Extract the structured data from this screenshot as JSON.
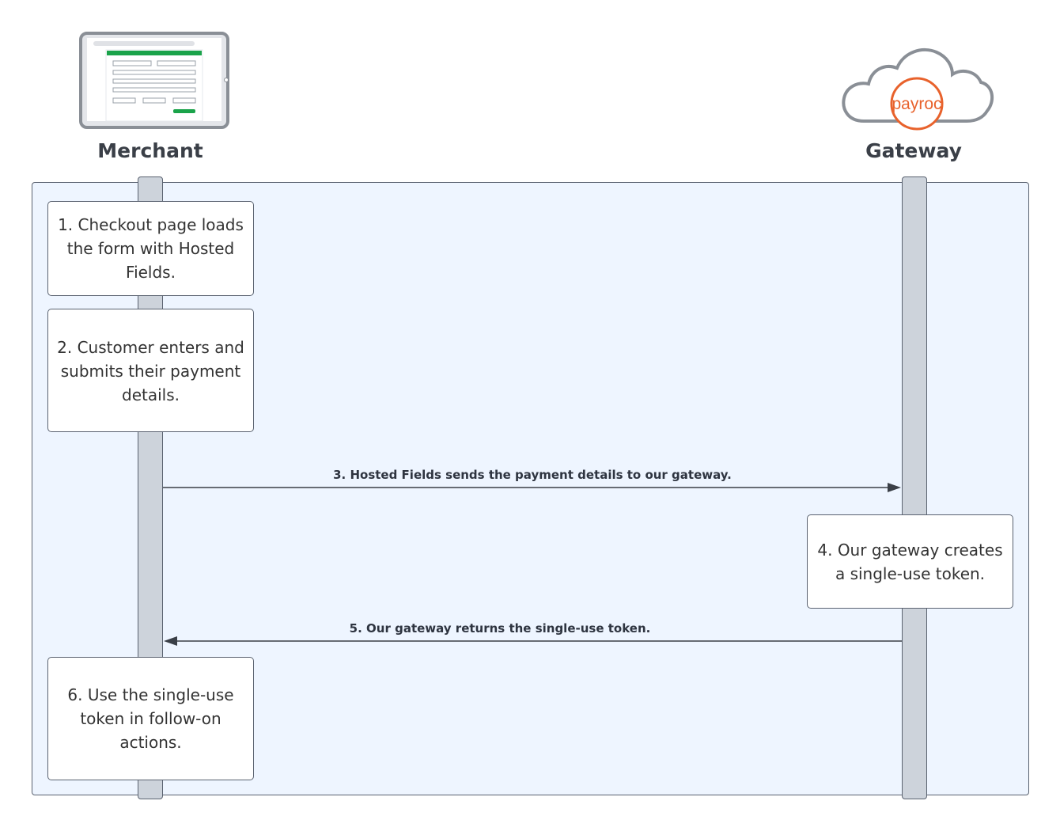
{
  "actors": {
    "merchant": {
      "label": "Merchant",
      "icon": "checkout-form-tablet-icon"
    },
    "gateway": {
      "label": "Gateway",
      "icon": "payroc-cloud-logo",
      "logo_text": "payroc"
    }
  },
  "steps": {
    "s1": "1. Checkout page loads the form with Hosted Fields.",
    "s2": "2. Customer enters and submits their payment details.",
    "s4": "4. Our gateway creates a single-use token.",
    "s6": "6. Use the single-use token in follow-on actions."
  },
  "messages": {
    "m3": "3. Hosted Fields sends the payment details to our gateway.",
    "m5": "5. Our gateway returns the single-use token."
  },
  "colors": {
    "panel_bg": "#eef5ff",
    "lifeline": "#cdd3db",
    "border": "#5a6270",
    "form_accent": "#1aa34a",
    "brand_orange": "#e8622c"
  }
}
